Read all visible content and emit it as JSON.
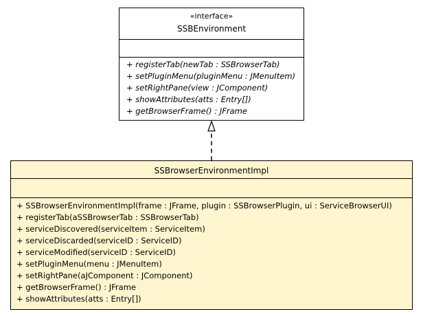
{
  "interface_class": {
    "stereotype": "«interface»",
    "name": "SSBEnvironment",
    "operations": [
      "+ registerTab(newTab : SSBrowserTab)",
      "+ setPluginMenu(pluginMenu : JMenuItem)",
      "+ setRightPane(view : JComponent)",
      "+ showAttributes(atts : Entry[])",
      "+ getBrowserFrame() : JFrame"
    ]
  },
  "impl_class": {
    "name": "SSBrowserEnvironmentImpl",
    "operations": [
      "+ SSBrowserEnvironmentImpl(frame : JFrame, plugin : SSBrowserPlugin, ui : ServiceBrowserUI)",
      "+ registerTab(aSSBrowserTab : SSBrowserTab)",
      "+ serviceDiscovered(serviceItem : ServiceItem)",
      "+ serviceDiscarded(serviceID : ServiceID)",
      "+ serviceModified(serviceID : ServiceID)",
      "+ setPluginMenu(menu : JMenuItem)",
      "+ setRightPane(aJComponent : JComponent)",
      "+ getBrowserFrame() : JFrame",
      "+ showAttributes(atts : Entry[])"
    ]
  },
  "colors": {
    "impl_fill": "#fff6d0",
    "interface_fill": "#ffffff",
    "line": "#000000"
  }
}
